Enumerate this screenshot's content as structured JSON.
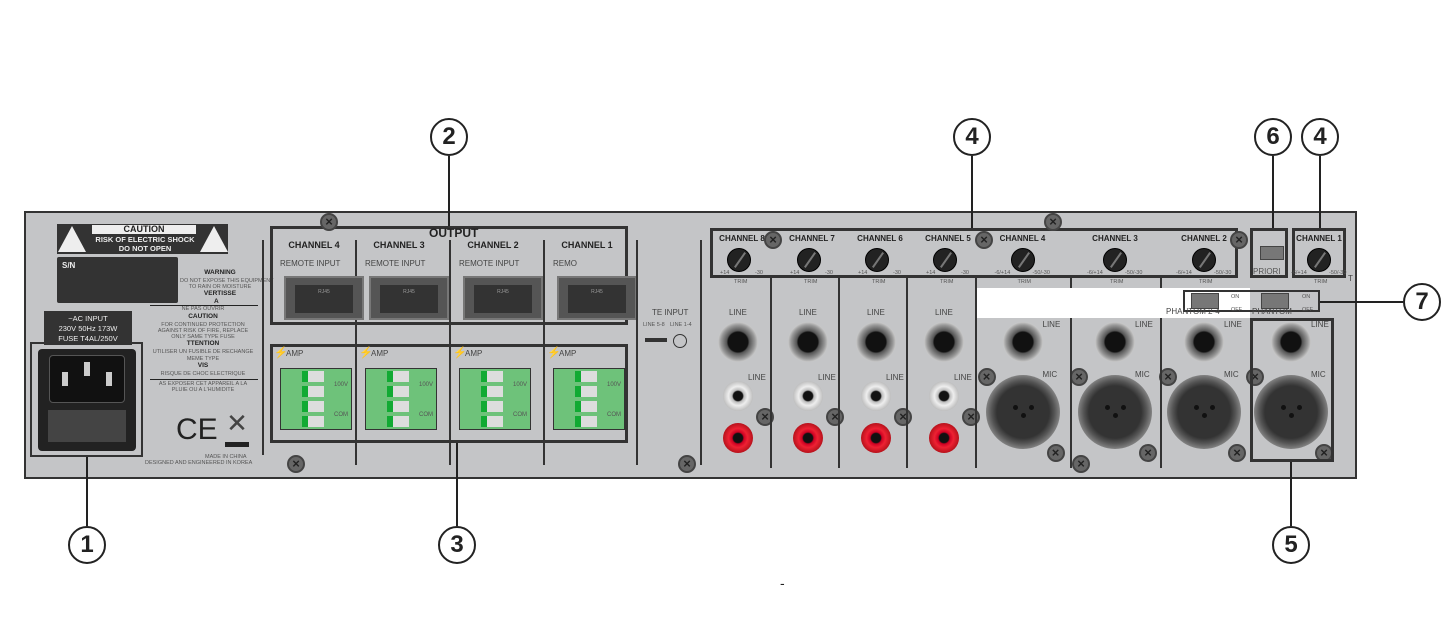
{
  "callouts": [
    "1",
    "2",
    "3",
    "4",
    "6",
    "4",
    "7",
    "5"
  ],
  "caution": {
    "title": "CAUTION",
    "line1": "RISK OF ELECTRIC SHOCK",
    "line2": "DO NOT OPEN"
  },
  "serial_label": "S/N",
  "ac_input": {
    "line1": "~AC INPUT",
    "line2": "230V 50Hz 173W",
    "line3": "FUSE T4AL/250V"
  },
  "warning": {
    "title": "WARNING",
    "text1": "DO NOT EXPOSE THIS EQUIPMENT",
    "text2": "TO RAIN OR MOISTURE",
    "avertisse": "VERTISSE",
    "ne": "NE PAS OUVRIR",
    "caution_title": "CAUTION",
    "c1": "FOR CONTINUED PROTECTION",
    "c2": "AGAINST RISK OF FIRE, REPLACE",
    "c3": "ONLY SAME TYPE FUSE",
    "attention": "TTENTION",
    "c4": "UTILISER UN FUSIBLE DE RECHANGE",
    "meme": "MEME TYPE",
    "vis": "VIS",
    "risque": "RISQUE DE CHOC ELECTRIQUE",
    "a1": "AS EXPOSER CET APPAREIL A LA",
    "a2": "PLUIE OU A L'HUMIDITE"
  },
  "made_in": "MADE IN CHINA",
  "designed": "DESIGNED AND ENGINEERED IN KOREA",
  "output": {
    "title": "OUTPUT",
    "channels": [
      {
        "name": "CHANNEL 4",
        "remote": "REMOTE INPUT"
      },
      {
        "name": "CHANNEL 3",
        "remote": "REMOTE INPUT"
      },
      {
        "name": "CHANNEL 2",
        "remote": "REMOTE INPUT"
      },
      {
        "name": "CHANNEL 1",
        "remote": "REMO"
      }
    ],
    "rj45": "RJ45",
    "amp": "AMP",
    "v100": "100V",
    "com": "COM"
  },
  "link": {
    "label1": "LINE 5-8",
    "label2": "LINE 1-4",
    "title": "TE INPUT"
  },
  "inputs": {
    "trim": "TRIM",
    "line": "LINE",
    "mic": "MIC",
    "rca_channels": [
      {
        "name": "CHANNEL 8",
        "min": "+14",
        "max": "-30"
      },
      {
        "name": "CHANNEL 7",
        "min": "+14",
        "max": "-30"
      },
      {
        "name": "CHANNEL 6",
        "min": "+14",
        "max": "-30"
      },
      {
        "name": "CHANNEL 5",
        "min": "+14",
        "max": "-30"
      }
    ],
    "mic_channels": [
      {
        "name": "CHANNEL 4",
        "min": "-6/+14",
        "max": "-50/-30"
      },
      {
        "name": "CHANNEL 3",
        "min": "-6/+14",
        "max": "-50/-30"
      },
      {
        "name": "CHANNEL 2",
        "min": "-6/+14",
        "max": "-50/-30"
      },
      {
        "name": "CHANNEL 1",
        "min": "-6/+14",
        "max": "-50/-30"
      }
    ]
  },
  "priority": "PRIORI",
  "phantom": {
    "label24": "PHANTOM 2-4",
    "label1": "PHANTOM",
    "on": "ON",
    "off": "OFF"
  },
  "misc": {
    "t": "T",
    "dash": "-"
  }
}
